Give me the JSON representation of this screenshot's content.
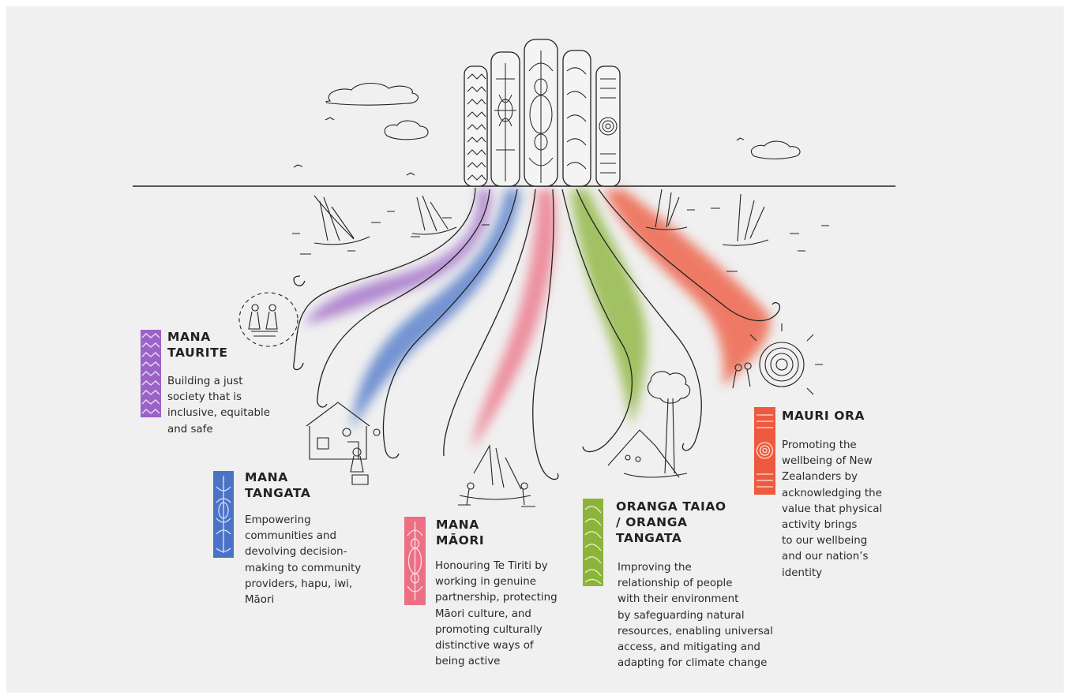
{
  "colors": {
    "background": "#f0f0f0",
    "mana_taurite": "#9a63c5",
    "mana_tangata": "#4a73c8",
    "mana_maori": "#ec6f84",
    "oranga_taiao": "#8cb43a",
    "mauri_ora": "#ee5a3f"
  },
  "pillars": [
    {
      "id": "mana-taurite",
      "title_lines": [
        "MANA",
        "TAURITE"
      ],
      "desc_lines": [
        "Building a just",
        "society that is",
        "inclusive, equitable",
        "and safe"
      ],
      "pattern": "chevron-zigzag"
    },
    {
      "id": "mana-tangata",
      "title_lines": [
        "MANA",
        "TANGATA"
      ],
      "desc_lines": [
        "Empowering",
        "communities and",
        "devolving decision-",
        "making to community",
        "providers, hapu, iwi,",
        "Māori"
      ],
      "pattern": "kowhaiwhai-cross"
    },
    {
      "id": "mana-maori",
      "title_lines": [
        "MANA",
        "MĀORI"
      ],
      "desc_lines": [
        "Honouring Te Tiriti by",
        "working in genuine",
        "partnership, protecting",
        "Māori culture, and",
        "promoting culturally",
        "distinctive ways of",
        "being active"
      ],
      "pattern": "koru-scroll"
    },
    {
      "id": "oranga-taiao",
      "title_lines": [
        "ORANGA TAIAO",
        "/ ORANGA",
        "TANGATA"
      ],
      "desc_lines": [
        "Improving the",
        "relationship of people",
        "with their environment",
        "by safeguarding natural",
        "resources, enabling universal",
        "access, and mitigating and",
        "adapting for climate change"
      ],
      "pattern": "wave-curl"
    },
    {
      "id": "mauri-ora",
      "title_lines": [
        "MAURI ORA"
      ],
      "desc_lines": [
        "Promoting the",
        "wellbeing of New",
        "Zealanders by",
        "acknowledging the",
        "value that physical",
        "activity brings",
        "to our wellbeing",
        "and our nation’s",
        "identity"
      ],
      "pattern": "spiral"
    }
  ]
}
